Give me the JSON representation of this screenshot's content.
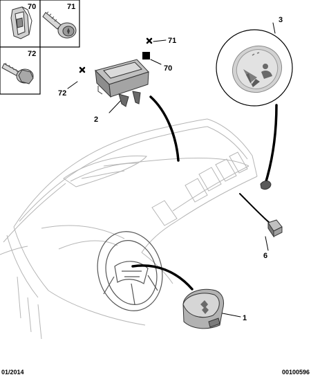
{
  "parts": [
    {
      "ref": "70",
      "component": "clip-nut"
    },
    {
      "ref": "71",
      "component": "torx-screw"
    },
    {
      "ref": "72",
      "component": "hex-flange-bolt"
    },
    {
      "ref": "1",
      "component": "driver-airbag"
    },
    {
      "ref": "2",
      "component": "passenger-airbag"
    },
    {
      "ref": "3",
      "component": "airbag-warning-indicator"
    },
    {
      "ref": "6",
      "component": "connector"
    }
  ],
  "callouts": {
    "inset_70": "70",
    "inset_71": "71",
    "inset_72": "72",
    "marker_71": "71",
    "marker_70": "70",
    "marker_72": "72",
    "part_2": "2",
    "part_3": "3",
    "part_1": "1",
    "part_6": "6"
  },
  "footer": {
    "date": "01/2014",
    "reference": "00100596"
  },
  "colors": {
    "line": "#000000",
    "outline": "#555555",
    "faint": "#b5b5b5",
    "part_fill": "#9a9a9a",
    "part_dark": "#6a6a6a",
    "lens_fill": "#f2f2f2"
  }
}
